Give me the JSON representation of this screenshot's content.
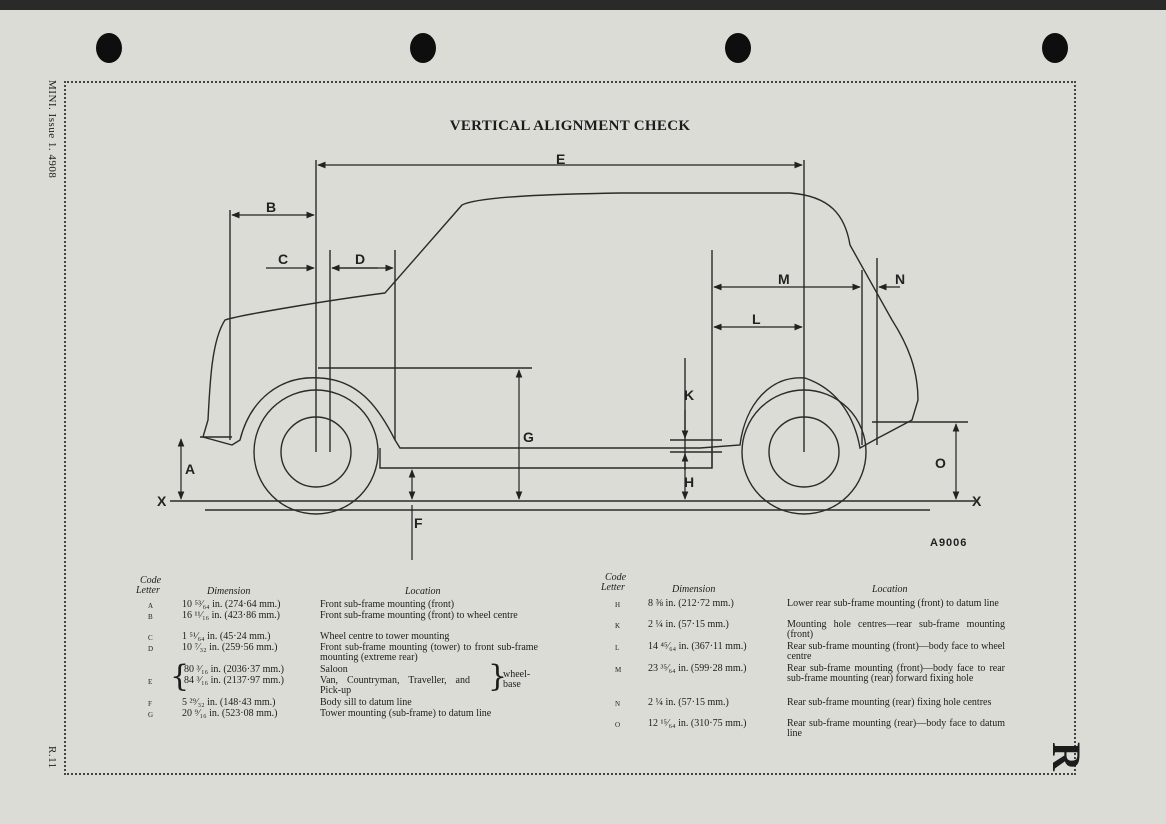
{
  "header": {
    "side_text": "MINI. Issue 1. 4908",
    "page_ref": "R.11",
    "edge_letter": "R"
  },
  "title": "VERTICAL ALIGNMENT CHECK",
  "figure": {
    "reference": "A9006",
    "dim_labels": [
      "A",
      "B",
      "C",
      "D",
      "E",
      "F",
      "G",
      "H",
      "K",
      "L",
      "M",
      "N",
      "O"
    ],
    "datum_labels": [
      "X",
      "X"
    ]
  },
  "table_headers": {
    "code_line1": "Code",
    "code_line2": "Letter",
    "dimension": "Dimension",
    "location": "Location"
  },
  "left_rows": [
    {
      "code": "A",
      "dim": "10 ⁵³⁄₆₄ in. (274·64 mm.)",
      "loc": "Front sub-frame mounting (front)"
    },
    {
      "code": "B",
      "dim": "16 ¹¹⁄₁₆ in. (423·86 mm.)",
      "loc": "Front sub-frame mounting (front) to wheel centre"
    },
    {
      "code": "C",
      "dim": "1 ⁵¹⁄₆₄ in. (45·24 mm.)",
      "loc": "Wheel centre to tower mounting"
    },
    {
      "code": "D",
      "dim": "10 ⁷⁄₃₂ in. (259·56 mm.)",
      "loc": "Front sub-frame mounting (tower) to front sub-frame mounting (extreme rear)"
    },
    {
      "code": "E",
      "dim": "80 ³⁄₁₆ in. (2036·37 mm.)",
      "loc": "Saloon"
    },
    {
      "code": "",
      "dim": "84 ³⁄₁₆ in. (2137·97 mm.)",
      "loc": "Van, Countryman, Traveller, and Pick-up"
    },
    {
      "code": "F",
      "dim": "5 ²⁹⁄₃₂ in. (148·43 mm.)",
      "loc": "Body sill to datum line"
    },
    {
      "code": "G",
      "dim": "20 ⁹⁄₁₆ in. (523·08 mm.)",
      "loc": "Tower mounting (sub-frame) to datum line"
    }
  ],
  "wheelbase_note": "wheel-base",
  "right_rows": [
    {
      "code": "H",
      "dim": "8 ⅜ in. (212·72 mm.)",
      "loc": "Lower rear sub-frame mounting (front) to datum line"
    },
    {
      "code": "K",
      "dim": "2 ¼ in. (57·15 mm.)",
      "loc": "Mounting hole centres—rear sub-frame mounting (front)"
    },
    {
      "code": "L",
      "dim": "14 ⁴⁵⁄₆₄ in. (367·11 mm.)",
      "loc": "Rear sub-frame mounting (front)—body face to wheel centre"
    },
    {
      "code": "M",
      "dim": "23 ³⁵⁄₆₄ in. (599·28 mm.)",
      "loc": "Rear sub-frame mounting (front)—body face to rear sub-frame mounting (rear) forward fixing hole"
    },
    {
      "code": "N",
      "dim": "2 ¼ in. (57·15 mm.)",
      "loc": "Rear sub-frame mounting (rear) fixing hole centres"
    },
    {
      "code": "O",
      "dim": "12 ¹⁵⁄₆₄ in. (310·75 mm.)",
      "loc": "Rear sub-frame mounting (rear)—body face to datum line"
    }
  ]
}
